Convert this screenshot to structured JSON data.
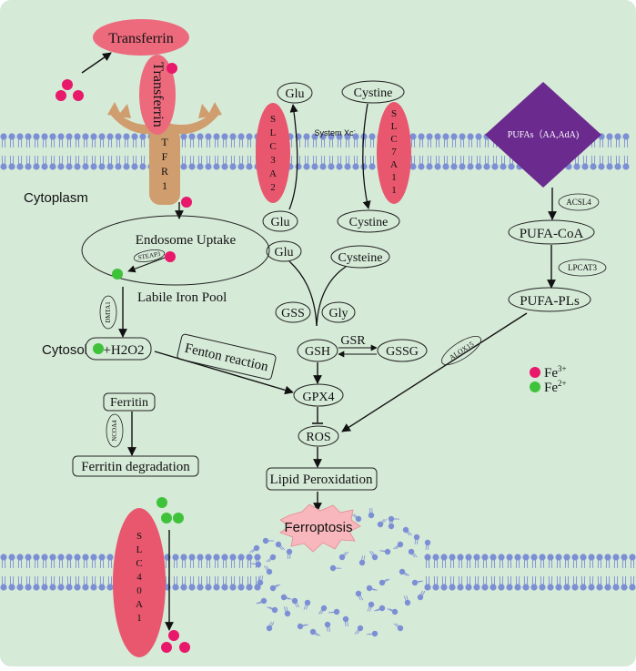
{
  "colors": {
    "background": "#d6ead8",
    "membrane_head": "#7d8fd4",
    "membrane_tail": "#7d8fd4",
    "transporter": "#e8576e",
    "transferrin_free": "#ed6a7d",
    "fe3": "#e8186a",
    "fe2": "#3ec23a",
    "receptor": "#cf9d6e",
    "pufas": "#6a2a8e",
    "ferroptosis": "#f7b7bc",
    "arrow": "#111111"
  },
  "labels": {
    "transferrin_free": "Transferrin",
    "transferrin_bound": "Transferrin",
    "tfr1": "TFR1",
    "cytoplasm": "Cytoplasm",
    "slc3a2": "SLC3A2",
    "slc7a11": "SLC7A11",
    "system_xc": "System Xc",
    "system_xc_sup": "-",
    "glu_out": "Glu",
    "glu_in": "Glu",
    "cystine_out": "Cystine",
    "cystine_in": "Cystine",
    "pufas": "PUFAs（AA,AdA)",
    "acsl4": "ACSL4",
    "pufa_coa": "PUFA-CoA",
    "lpcat3": "LPCAT3",
    "pufa_pls": "PUFA-PLs",
    "endosome_uptake": "Endosome Uptake",
    "steap3": "STEAP3",
    "labile_iron_pool": "Labile Iron Pool",
    "dmt1": "DMTA1",
    "cytosol": "Cytosol",
    "h2o2": "+H2O2",
    "fenton": "Fenton reaction",
    "glu_pool": "Glu",
    "cysteine": "Cysteine",
    "gss": "GSS",
    "gly": "Gly",
    "gsh": "GSH",
    "gsr": "GSR",
    "gssg": "GSSG",
    "gpx4": "GPX4",
    "alox15": "ALOX15",
    "ros": "ROS",
    "ferritin": "Ferritin",
    "ncoa4": "NCOA4",
    "ferritin_degradation": "Ferritin degradation",
    "lipid_peroxidation": "Lipid Peroxidation",
    "ferroptosis": "Ferroptosis",
    "slc40a1": "SLC40A1"
  },
  "legend": {
    "fe3_label": "Fe",
    "fe3_sup": "3+",
    "fe2_label": "Fe",
    "fe2_sup": "2+"
  }
}
